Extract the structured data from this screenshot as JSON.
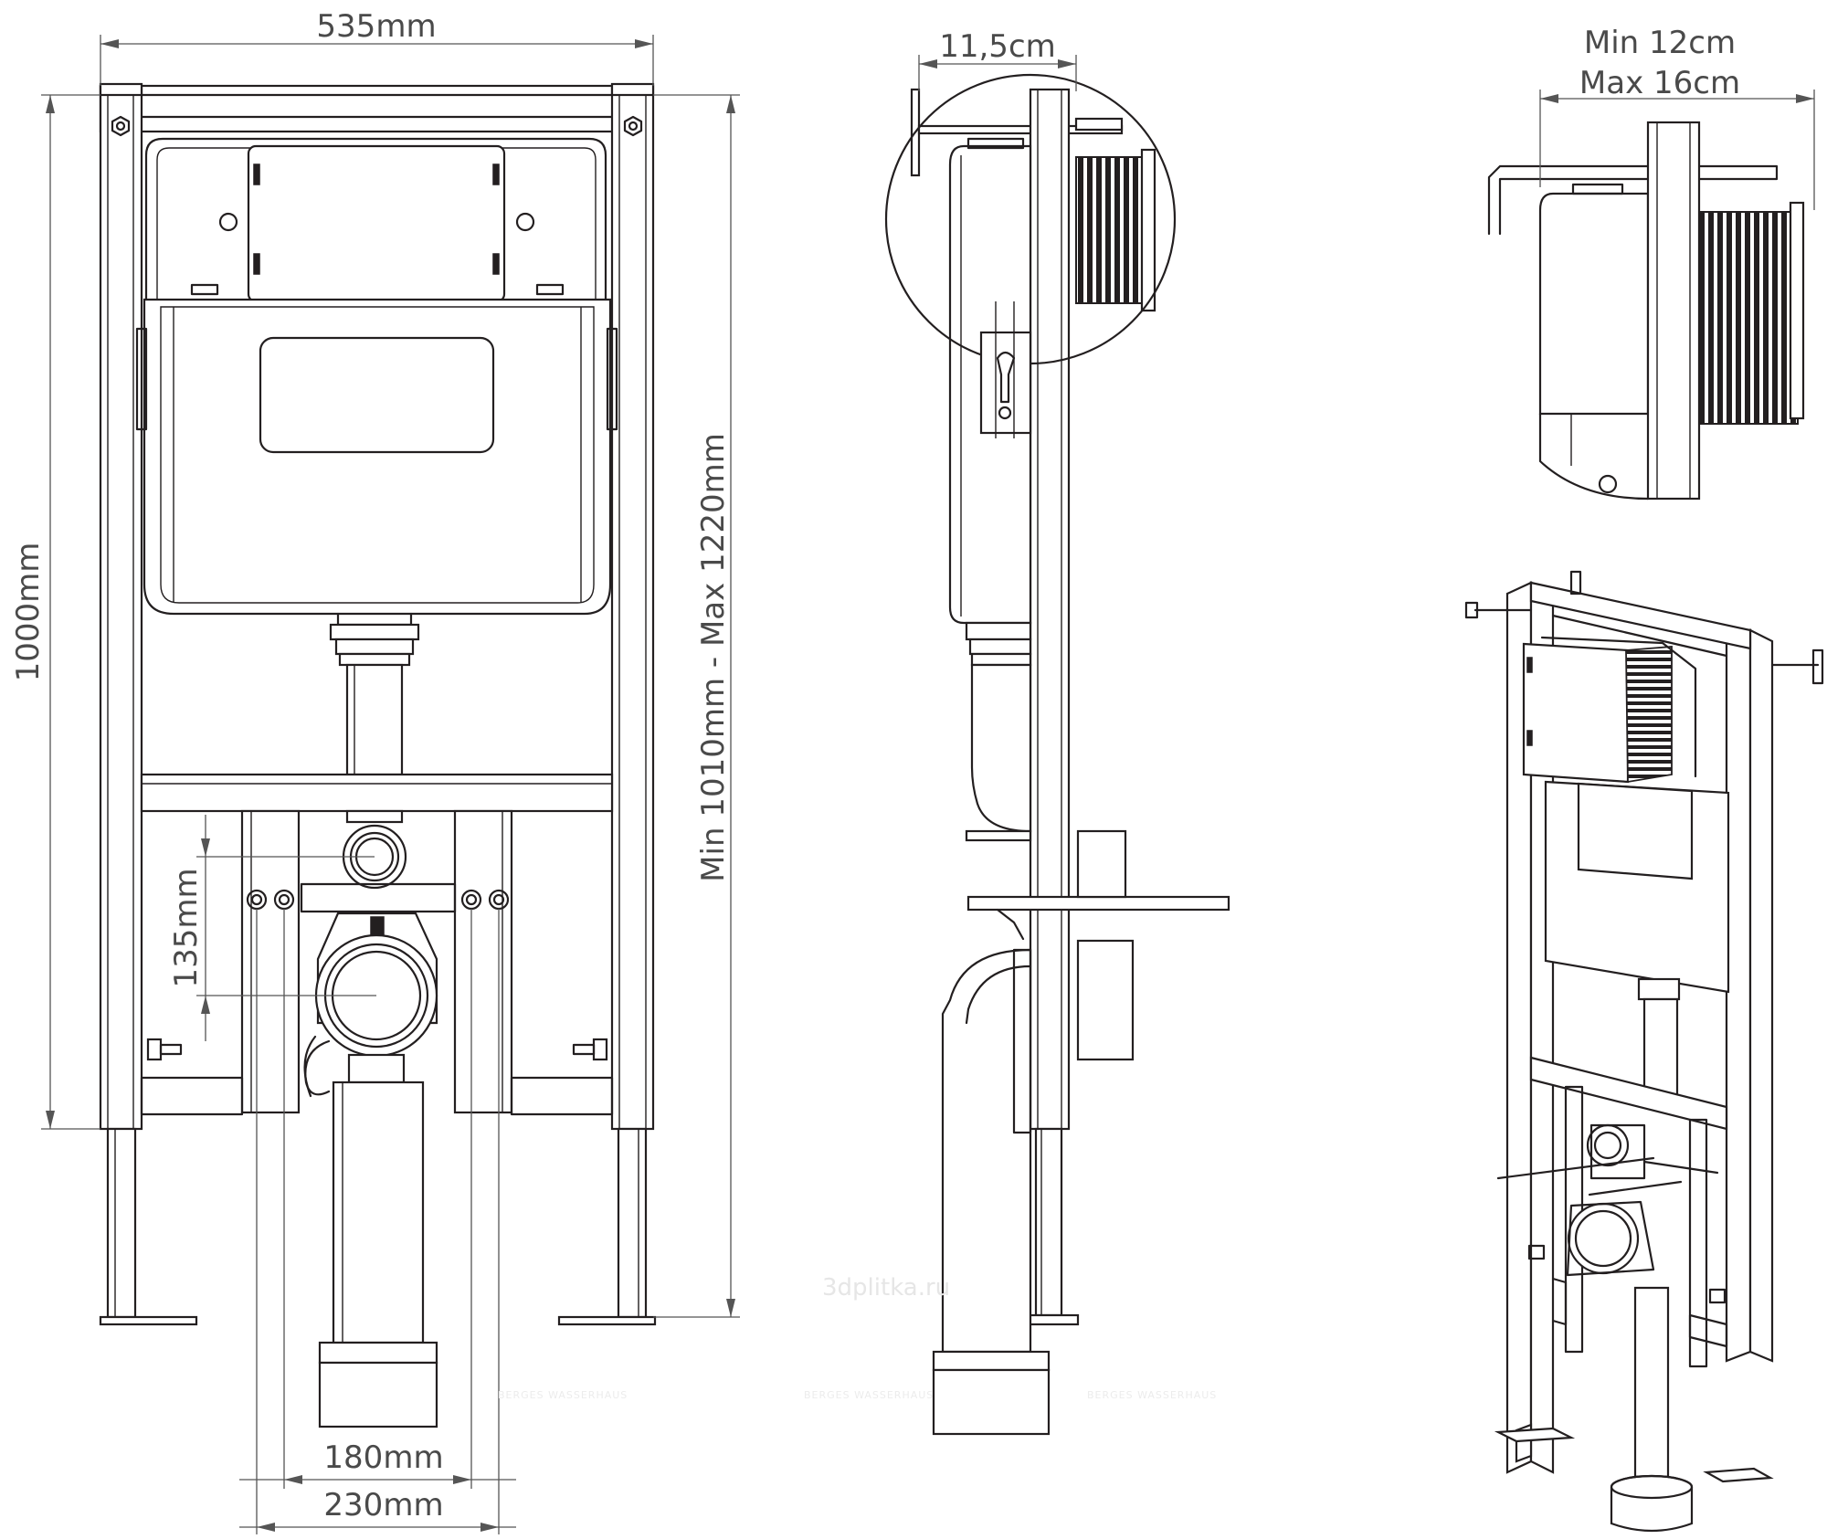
{
  "dimensions": {
    "frame_width": "535mm",
    "frame_height": "1000mm",
    "installation_height": "Min 1010mm - Max 1220mm",
    "outlet_offset": "135mm",
    "stud_spacing_inner": "180mm",
    "stud_spacing_outer": "230mm",
    "wall_depth": "11,5cm",
    "depth_min": "Min 12cm",
    "depth_max": "Max 16cm"
  },
  "watermark": {
    "site": "3dplitka.ru",
    "brand": "BERGES WASSERHAUS"
  },
  "colors": {
    "line": "#231f20",
    "dimension": "#555555",
    "watermark": "#e6e6e6"
  },
  "views": [
    "front-view",
    "side-view",
    "detail-view",
    "isometric-view"
  ]
}
